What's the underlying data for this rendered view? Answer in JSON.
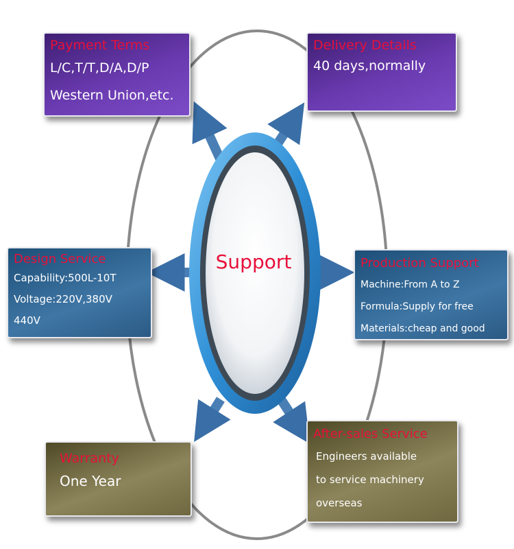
{
  "center": {
    "label": "Support"
  },
  "colors": {
    "title_red": "#e8103a",
    "purple": "#6a3ab0",
    "blue": "#3f76a5",
    "olive": "#8c845a",
    "ring_blue": "#2f8fd6",
    "arrow_blue": "#4a7fb5"
  },
  "boxes": {
    "payment": {
      "title": "Payment Terms",
      "lines": [
        "L/C,T/T,D/A,D/P",
        "Western Union,etc."
      ]
    },
    "delivery": {
      "title": "Delivery Details",
      "lines": [
        "40 days,normally"
      ]
    },
    "design": {
      "title": "Design Service",
      "lines": [
        "Capability:500L-10T",
        "Voltage:220V,380V",
        "440V"
      ]
    },
    "production": {
      "title": "Production Support",
      "lines": [
        "Machine:From A to Z",
        "Formula:Supply for free",
        "Materials:cheap and good"
      ]
    },
    "warranty": {
      "title": "Warranty",
      "lines": [
        "One Year"
      ]
    },
    "aftersales": {
      "title": "After-sales Service",
      "lines": [
        "Engineers available",
        " to service machinery",
        " overseas"
      ]
    }
  }
}
